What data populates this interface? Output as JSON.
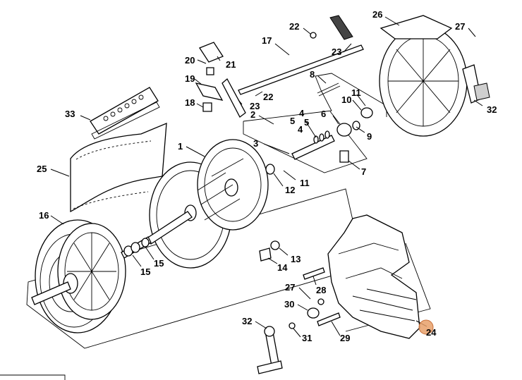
{
  "diagram": {
    "labels": [
      {
        "id": "26a",
        "text": "26"
      },
      {
        "id": "27a",
        "text": "27"
      },
      {
        "id": "22a",
        "text": "22"
      },
      {
        "id": "17",
        "text": "17"
      },
      {
        "id": "23a",
        "text": "23"
      },
      {
        "id": "20",
        "text": "20"
      },
      {
        "id": "21",
        "text": "21"
      },
      {
        "id": "19",
        "text": "19"
      },
      {
        "id": "8",
        "text": "8"
      },
      {
        "id": "11a",
        "text": "11"
      },
      {
        "id": "10",
        "text": "10"
      },
      {
        "id": "32a",
        "text": "32"
      },
      {
        "id": "33",
        "text": "33"
      },
      {
        "id": "18",
        "text": "18"
      },
      {
        "id": "22b",
        "text": "22"
      },
      {
        "id": "23b",
        "text": "23"
      },
      {
        "id": "2",
        "text": "2"
      },
      {
        "id": "4a",
        "text": "4"
      },
      {
        "id": "5a",
        "text": "5"
      },
      {
        "id": "5b",
        "text": "5"
      },
      {
        "id": "4b",
        "text": "4"
      },
      {
        "id": "6",
        "text": "6"
      },
      {
        "id": "9",
        "text": "9"
      },
      {
        "id": "3",
        "text": "3"
      },
      {
        "id": "1",
        "text": "1"
      },
      {
        "id": "7",
        "text": "7"
      },
      {
        "id": "25",
        "text": "25"
      },
      {
        "id": "11b",
        "text": "11"
      },
      {
        "id": "12",
        "text": "12"
      },
      {
        "id": "16",
        "text": "16"
      },
      {
        "id": "13",
        "text": "13"
      },
      {
        "id": "14",
        "text": "14"
      },
      {
        "id": "15a",
        "text": "15"
      },
      {
        "id": "15b",
        "text": "15"
      },
      {
        "id": "27b",
        "text": "27"
      },
      {
        "id": "28",
        "text": "28"
      },
      {
        "id": "30",
        "text": "30"
      },
      {
        "id": "32b",
        "text": "32"
      },
      {
        "id": "31",
        "text": "31"
      },
      {
        "id": "29",
        "text": "29"
      },
      {
        "id": "24",
        "text": "24"
      }
    ],
    "highlight_color": "#e8a06a"
  }
}
